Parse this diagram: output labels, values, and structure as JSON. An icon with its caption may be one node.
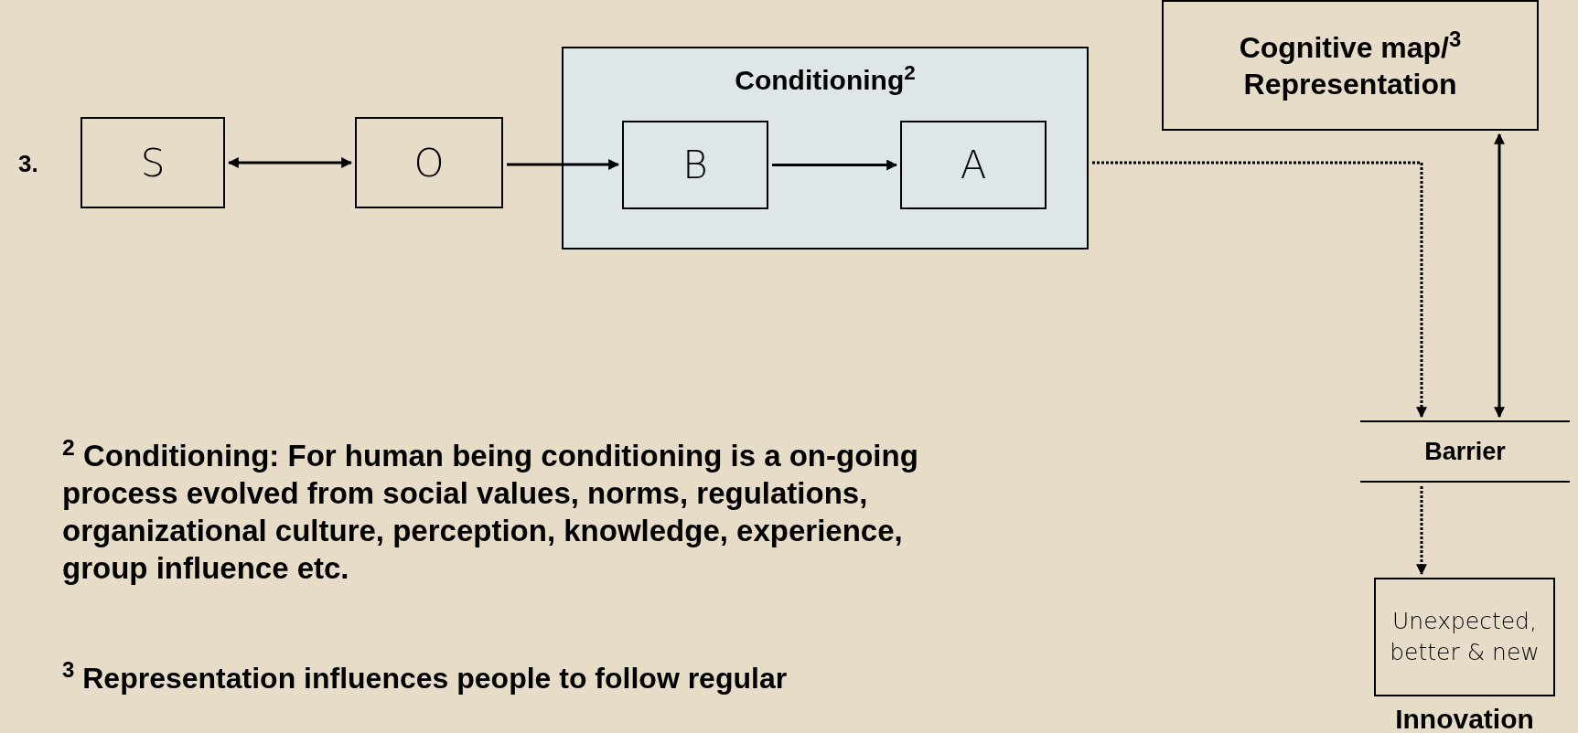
{
  "diagram": {
    "nodes": [
      {
        "text": [
          "S"
        ]
      },
      {
        "text": [
          "O"
        ]
      },
      {
        "text": [
          "Conditioning$^{2}$"
        ]
      },
      {
        "text": [
          "B"
        ],
        "in": 2
      },
      {
        "text": [
          "A"
        ],
        "in": 2
      },
      {
        "text": [
          "Cognitive map/$^{3}$ Representation"
        ]
      },
      {
        "text": [
          "Barrier"
        ]
      },
      {
        "text": [
          "Unexpected, better & new"
        ],
        "beside": [
          "Innovation"
        ]
      }
    ],
    "edges": [
      {
        "from": 0,
        "to": 1,
        "arrow": "both"
      },
      {
        "from": 1,
        "to": 3,
        "arrow": "to"
      },
      {
        "from": 3,
        "to": 4,
        "arrow": "to"
      },
      {
        "from": 2,
        "to": 6,
        "arrow": "to",
        "style": "dashed"
      },
      {
        "from": 5,
        "to": 6,
        "arrow": "both"
      },
      {
        "from": 6,
        "to": 7,
        "arrow": "to",
        "style": "dashed"
      }
    ],
    "labels": [
      "3.",
      "$^{2}$ Conditioning: For human being conditioning is a on-going process evolved from social values, norms, regulations, organizational culture, perception, knowledge, experience, group influence etc.",
      "$^{3}$ Representation influences people to follow regular"
    ]
  }
}
